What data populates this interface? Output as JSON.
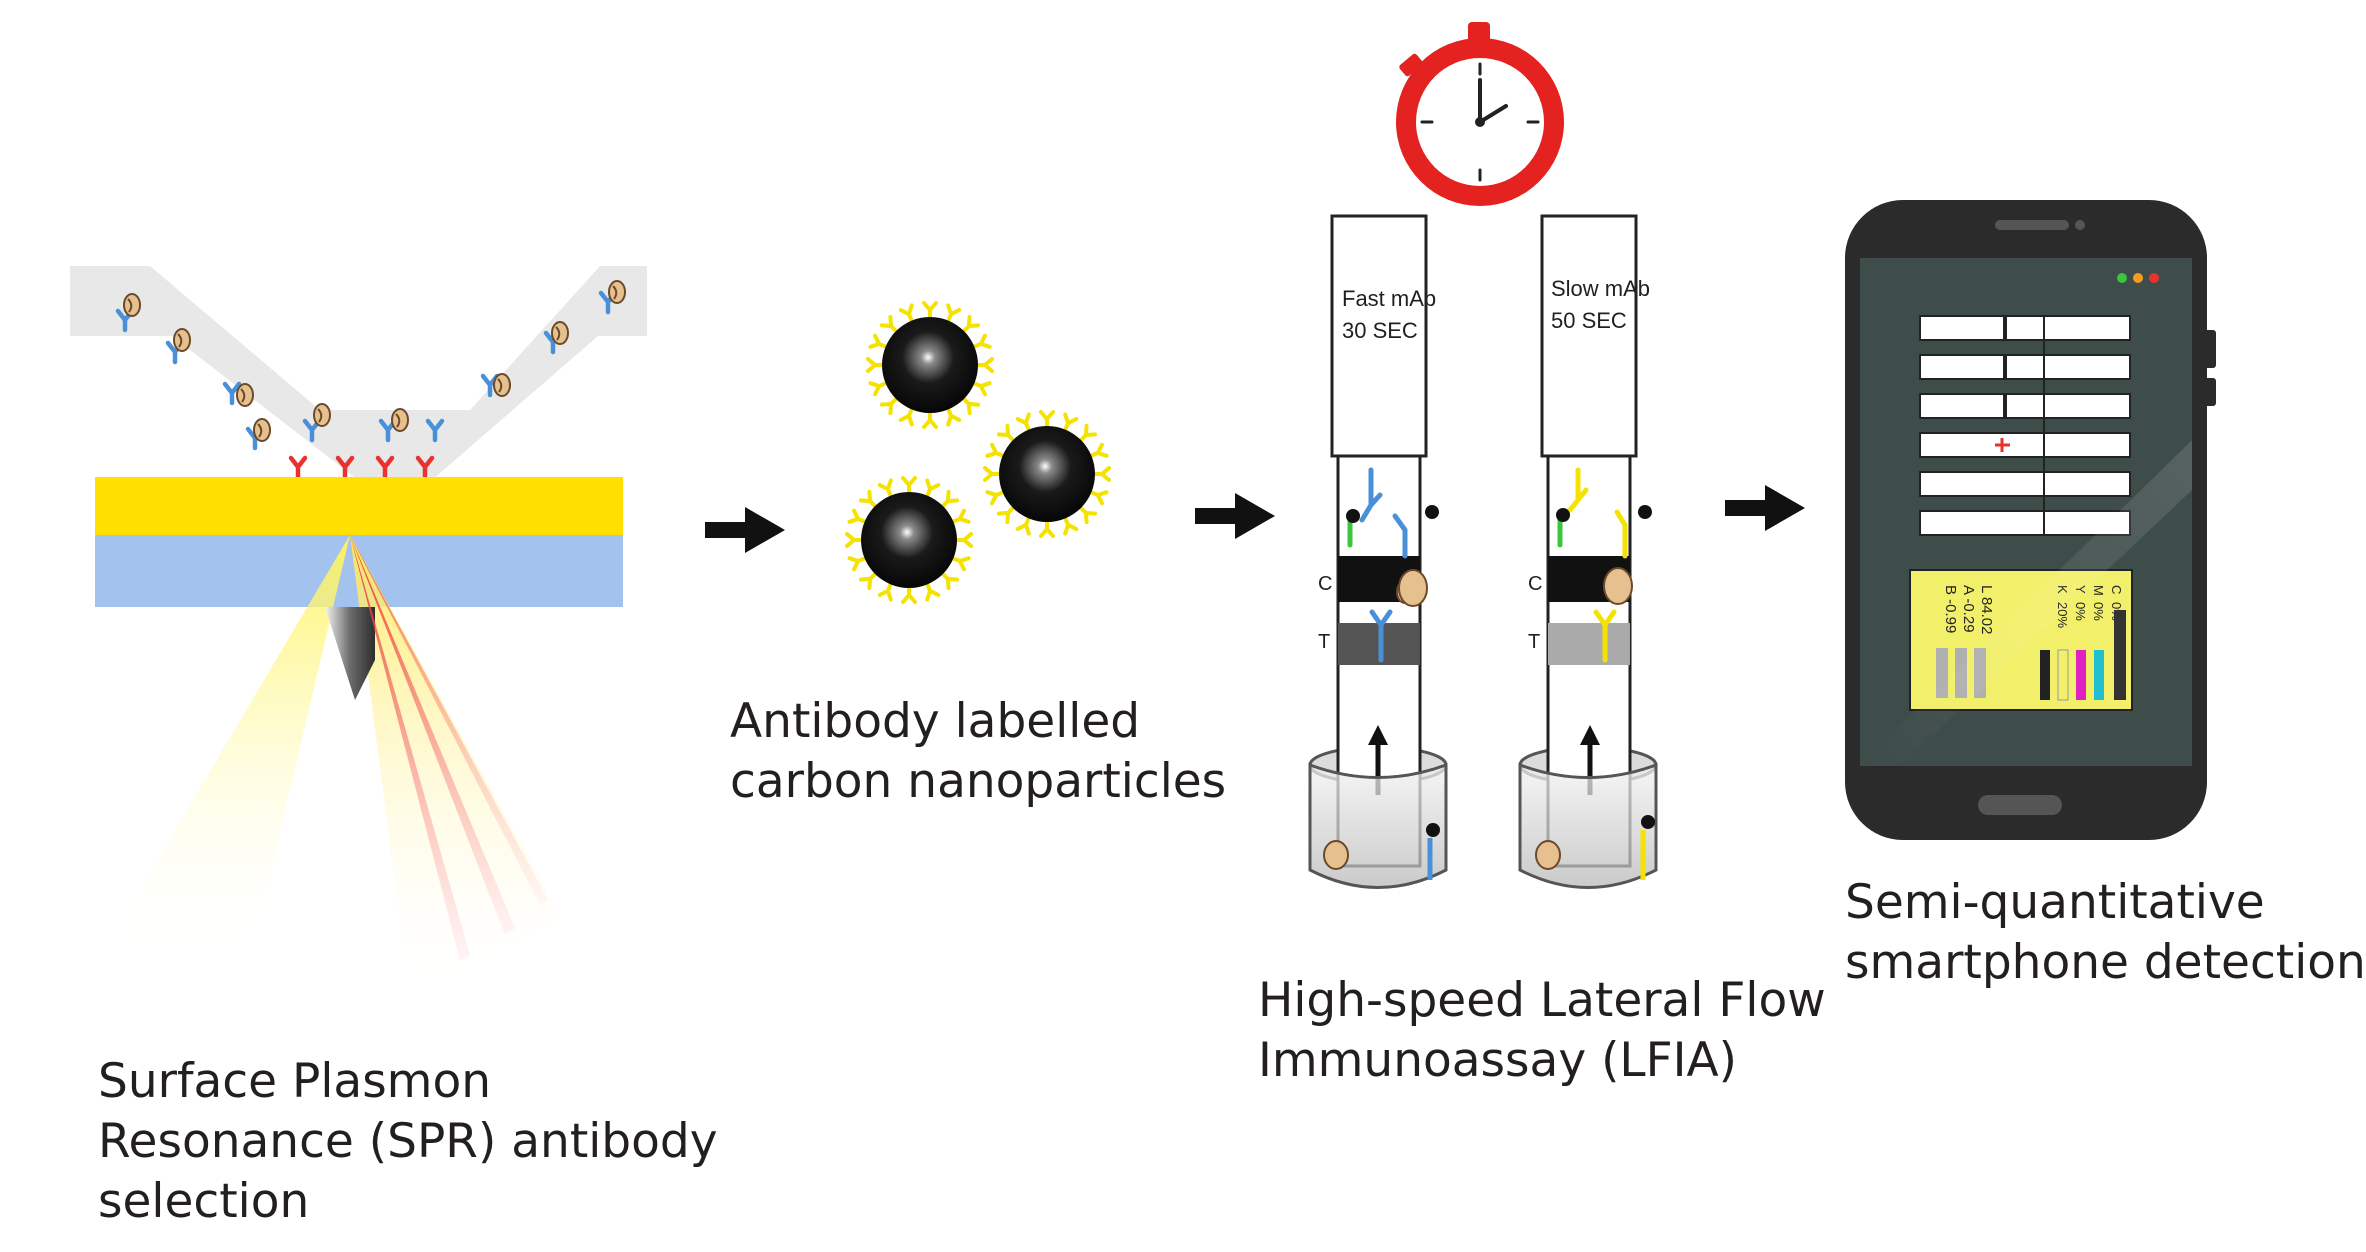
{
  "captions": {
    "spr": [
      "Surface Plasmon",
      "Resonance (SPR) antibody",
      "selection"
    ],
    "nanoparticles": [
      "Antibody labelled",
      "carbon nanoparticles"
    ],
    "lfia": [
      "High-speed Lateral Flow",
      "Immunoassay (LFIA)"
    ],
    "smartphone": [
      "Semi-quantitative",
      "smartphone detection"
    ]
  },
  "strips": {
    "fast": {
      "line1": "Fast mAb",
      "line2": "30 SEC",
      "control": "C",
      "test": "T"
    },
    "slow": {
      "line1": "Slow mAb",
      "line2": "50 SEC",
      "control": "C",
      "test": "T"
    }
  },
  "readout": {
    "lab": [
      "L  84.02",
      "A  -0.29",
      "B  -0.99"
    ],
    "cmyk_labels": [
      "C",
      "M",
      "Y",
      "K"
    ],
    "cmyk_values": [
      "0%",
      "0%",
      "0%",
      "20%"
    ]
  },
  "colors": {
    "gold_layer": "#ffe000",
    "glass_layer": "#a3c3ee",
    "antibody_blue": "#4a90d9",
    "antibody_red": "#e8322f",
    "antibody_yellow": "#f4e200",
    "antibody_green": "#3cc43c",
    "nanoparticle": "#111111",
    "stopwatch": "#e42320",
    "phone_screen": "#3f4d4a",
    "readout_panel": "#f2ef6a"
  }
}
